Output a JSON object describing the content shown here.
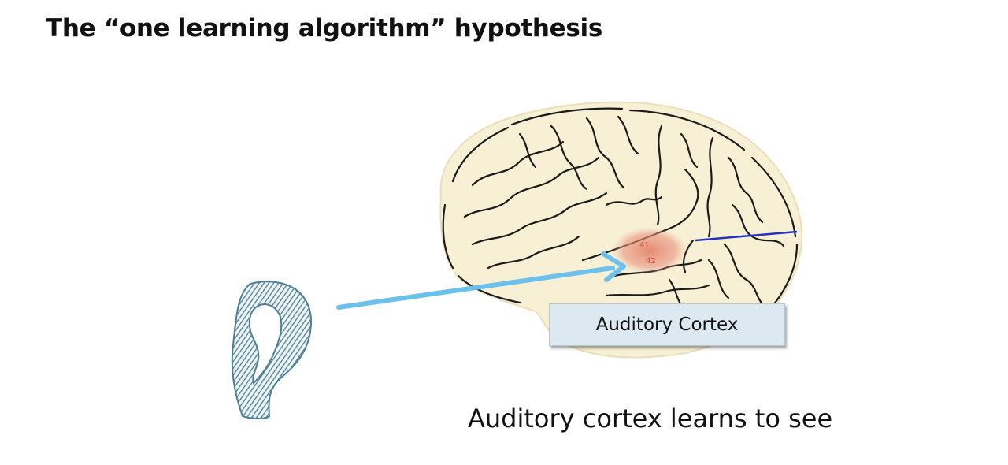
{
  "slide": {
    "title": "The “one learning algorithm” hypothesis",
    "caption": "Auditory cortex learns to see"
  },
  "brain": {
    "region_label": "Auditory Cortex",
    "area_numbers": [
      "41",
      "42"
    ]
  },
  "colors": {
    "brain_fill": "#f7f0d4",
    "highlight": "#e88a70",
    "arrow": "#6cc0ec",
    "ear": "#4d7f93",
    "nerve_line": "#2431c4"
  },
  "icons": {
    "ear": "ear-icon",
    "arrow": "arrow-right-icon",
    "brain": "brain-icon"
  }
}
